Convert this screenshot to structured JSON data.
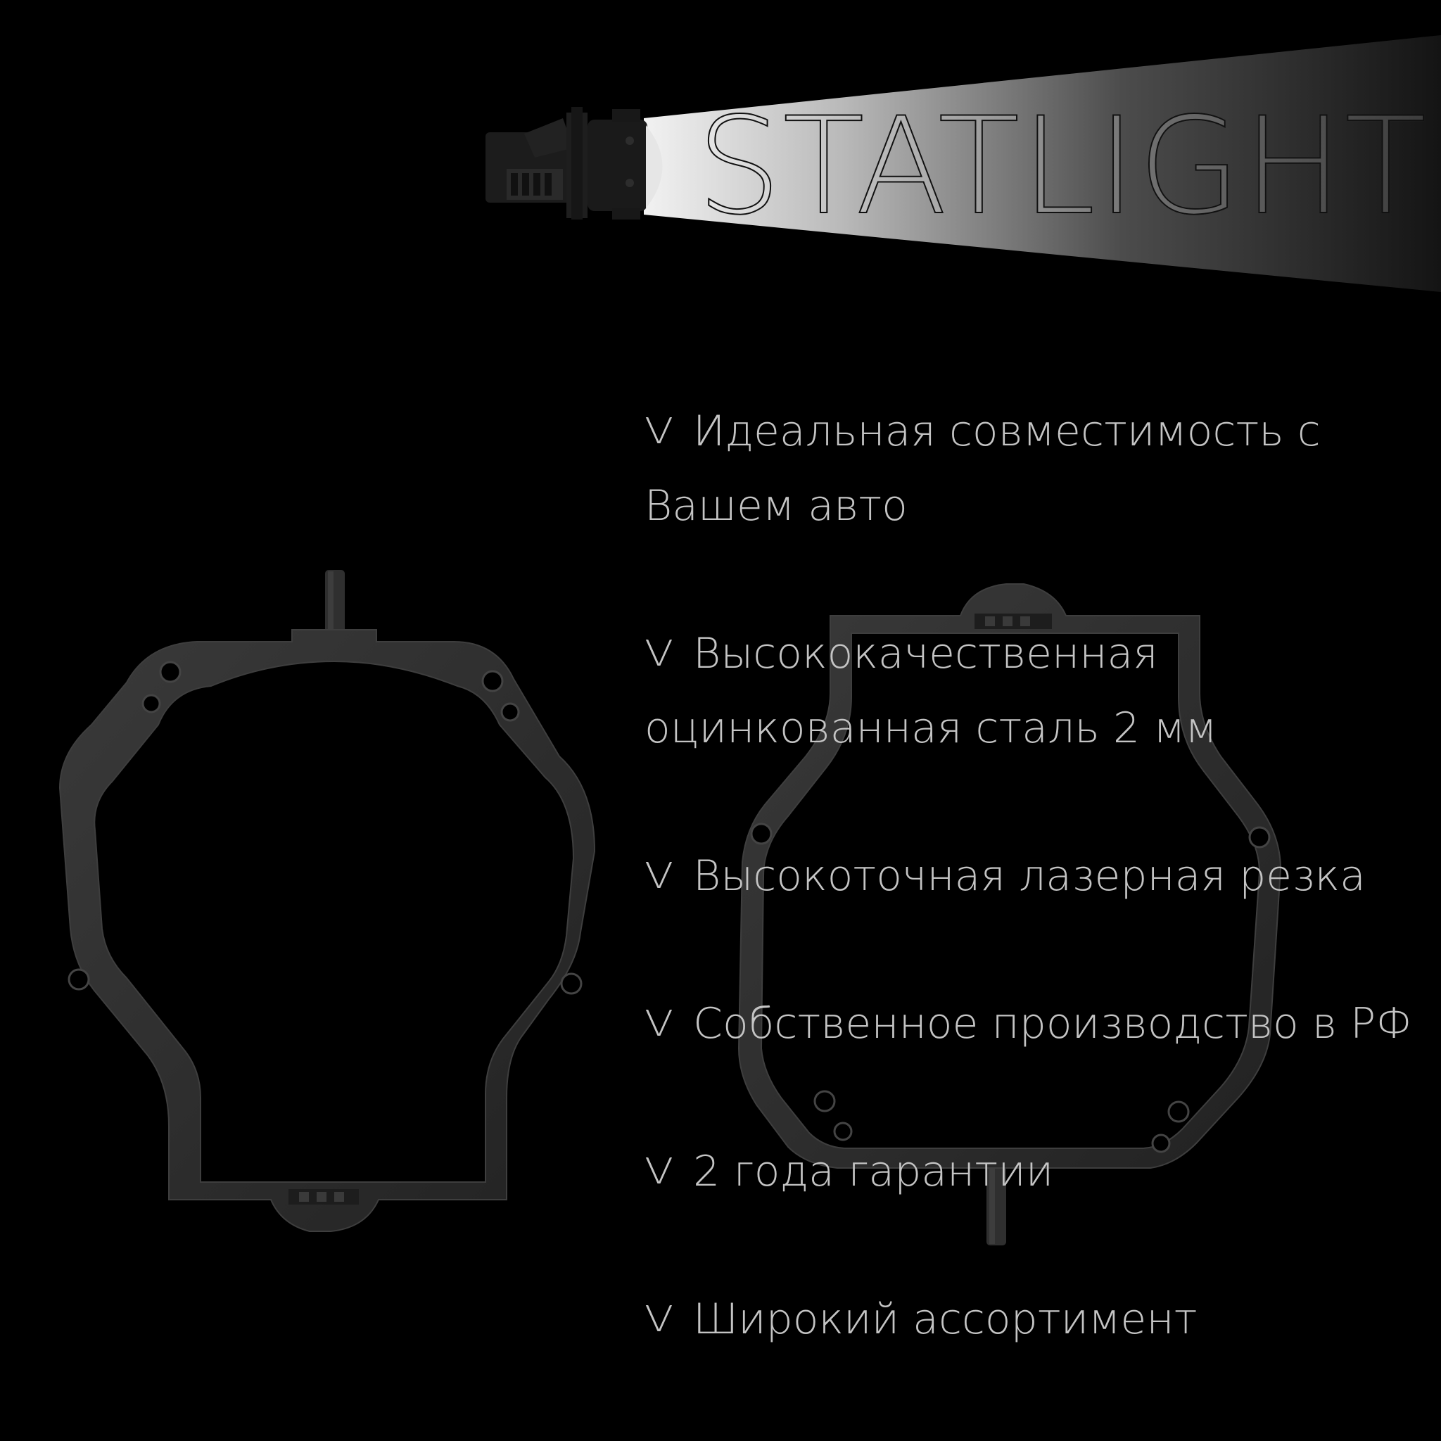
{
  "brand": {
    "name": "STATLIGHT"
  },
  "features": [
    {
      "mark": "V",
      "lines": [
        "Идеальная совместимость с",
        "Вашем авто"
      ]
    },
    {
      "mark": "V",
      "lines": [
        "Высококачественная",
        "оцинкованная сталь 2 мм"
      ]
    },
    {
      "mark": "V",
      "lines": [
        "Высокоточная лазерная резка"
      ]
    },
    {
      "mark": "V",
      "lines": [
        "Собственное производство в РФ"
      ]
    },
    {
      "mark": "V",
      "lines": [
        "2 года гарантии"
      ]
    },
    {
      "mark": "V",
      "lines": [
        "Широкий ассортимент"
      ]
    }
  ],
  "colors": {
    "background": "#000000",
    "frame": "#2e2e2e",
    "text": "#c4c4c4"
  },
  "icons": [
    "headlight-bulb-icon",
    "light-beam",
    "frame-left",
    "frame-right"
  ]
}
